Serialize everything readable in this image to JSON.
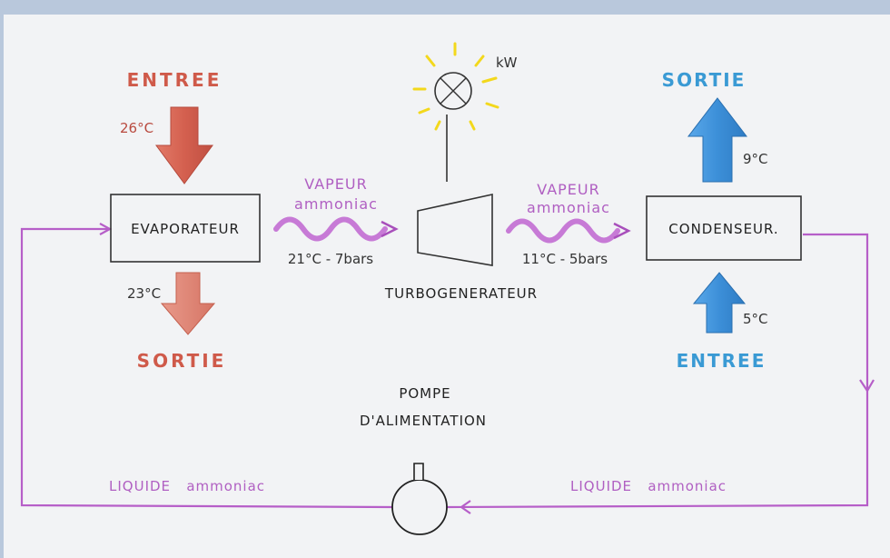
{
  "evaporator": {
    "label": "EVAPORATEUR",
    "inlet_label": "ENTREE",
    "inlet_temp": "26°C",
    "outlet_label": "SORTIE",
    "outlet_temp": "23°C"
  },
  "condenser": {
    "label": "CONDENSEUR.",
    "inlet_label": "ENTREE",
    "inlet_temp": "5°C",
    "outlet_label": "SORTIE",
    "outlet_temp": "9°C"
  },
  "turbine": {
    "label": "TURBOGENERATEUR",
    "power_unit": "kW"
  },
  "vapour_in": {
    "line1": "VAPEUR",
    "line2": "ammoniac",
    "conditions": "21°C - 7bars"
  },
  "vapour_out": {
    "line1": "VAPEUR",
    "line2": "ammoniac",
    "conditions": "11°C - 5bars"
  },
  "pump": {
    "line1": "POMPE",
    "line2": "D'ALIMENTATION"
  },
  "liquid_left": "LIQUIDE   ammoniac",
  "liquid_right": "LIQUIDE   ammoniac",
  "colors": {
    "hot": "#d4604f",
    "cold": "#3c8fd8",
    "ammonia": "#b65ec8",
    "sun": "#f3d81c"
  }
}
